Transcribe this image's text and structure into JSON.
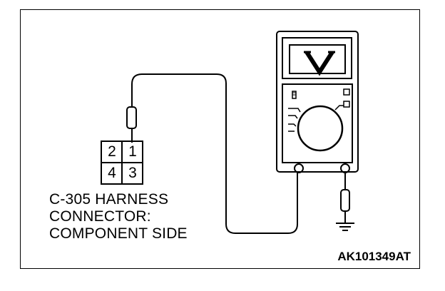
{
  "connector": {
    "pins": [
      "2",
      "1",
      "4",
      "3"
    ]
  },
  "caption": {
    "line1": "C-305 HARNESS",
    "line2": "CONNECTOR:",
    "line3": "COMPONENT SIDE"
  },
  "meter": {
    "mode_symbol": "V",
    "mode_icon": "voltage-v-icon"
  },
  "figure_id": "AK101349AT",
  "colors": {
    "line": "#000000",
    "background": "#ffffff"
  }
}
